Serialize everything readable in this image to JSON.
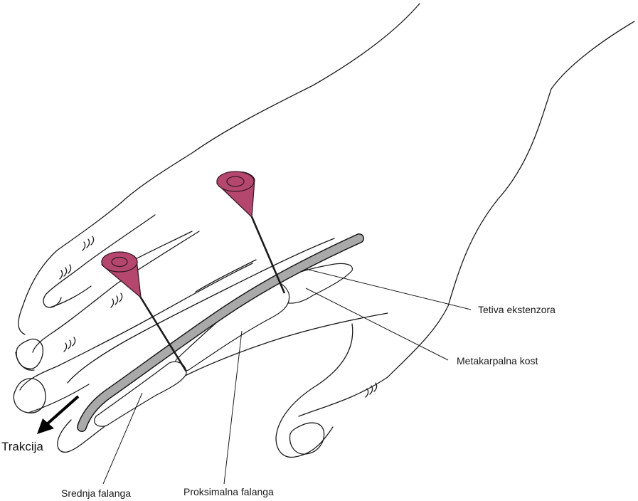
{
  "labels": {
    "tendon": "Tetiva ekstenzora",
    "metacarpal": "Metakarpalna kost",
    "middle_phalanx": "Srednja falanga",
    "proximal_phalanx": "Proksimalna falanga",
    "traction": "Trakcija"
  },
  "colors": {
    "pin": "#b5476f",
    "pin_stroke": "#3a1a26",
    "tendon": "#a9a9a9",
    "outline": "#1a1a1a"
  }
}
